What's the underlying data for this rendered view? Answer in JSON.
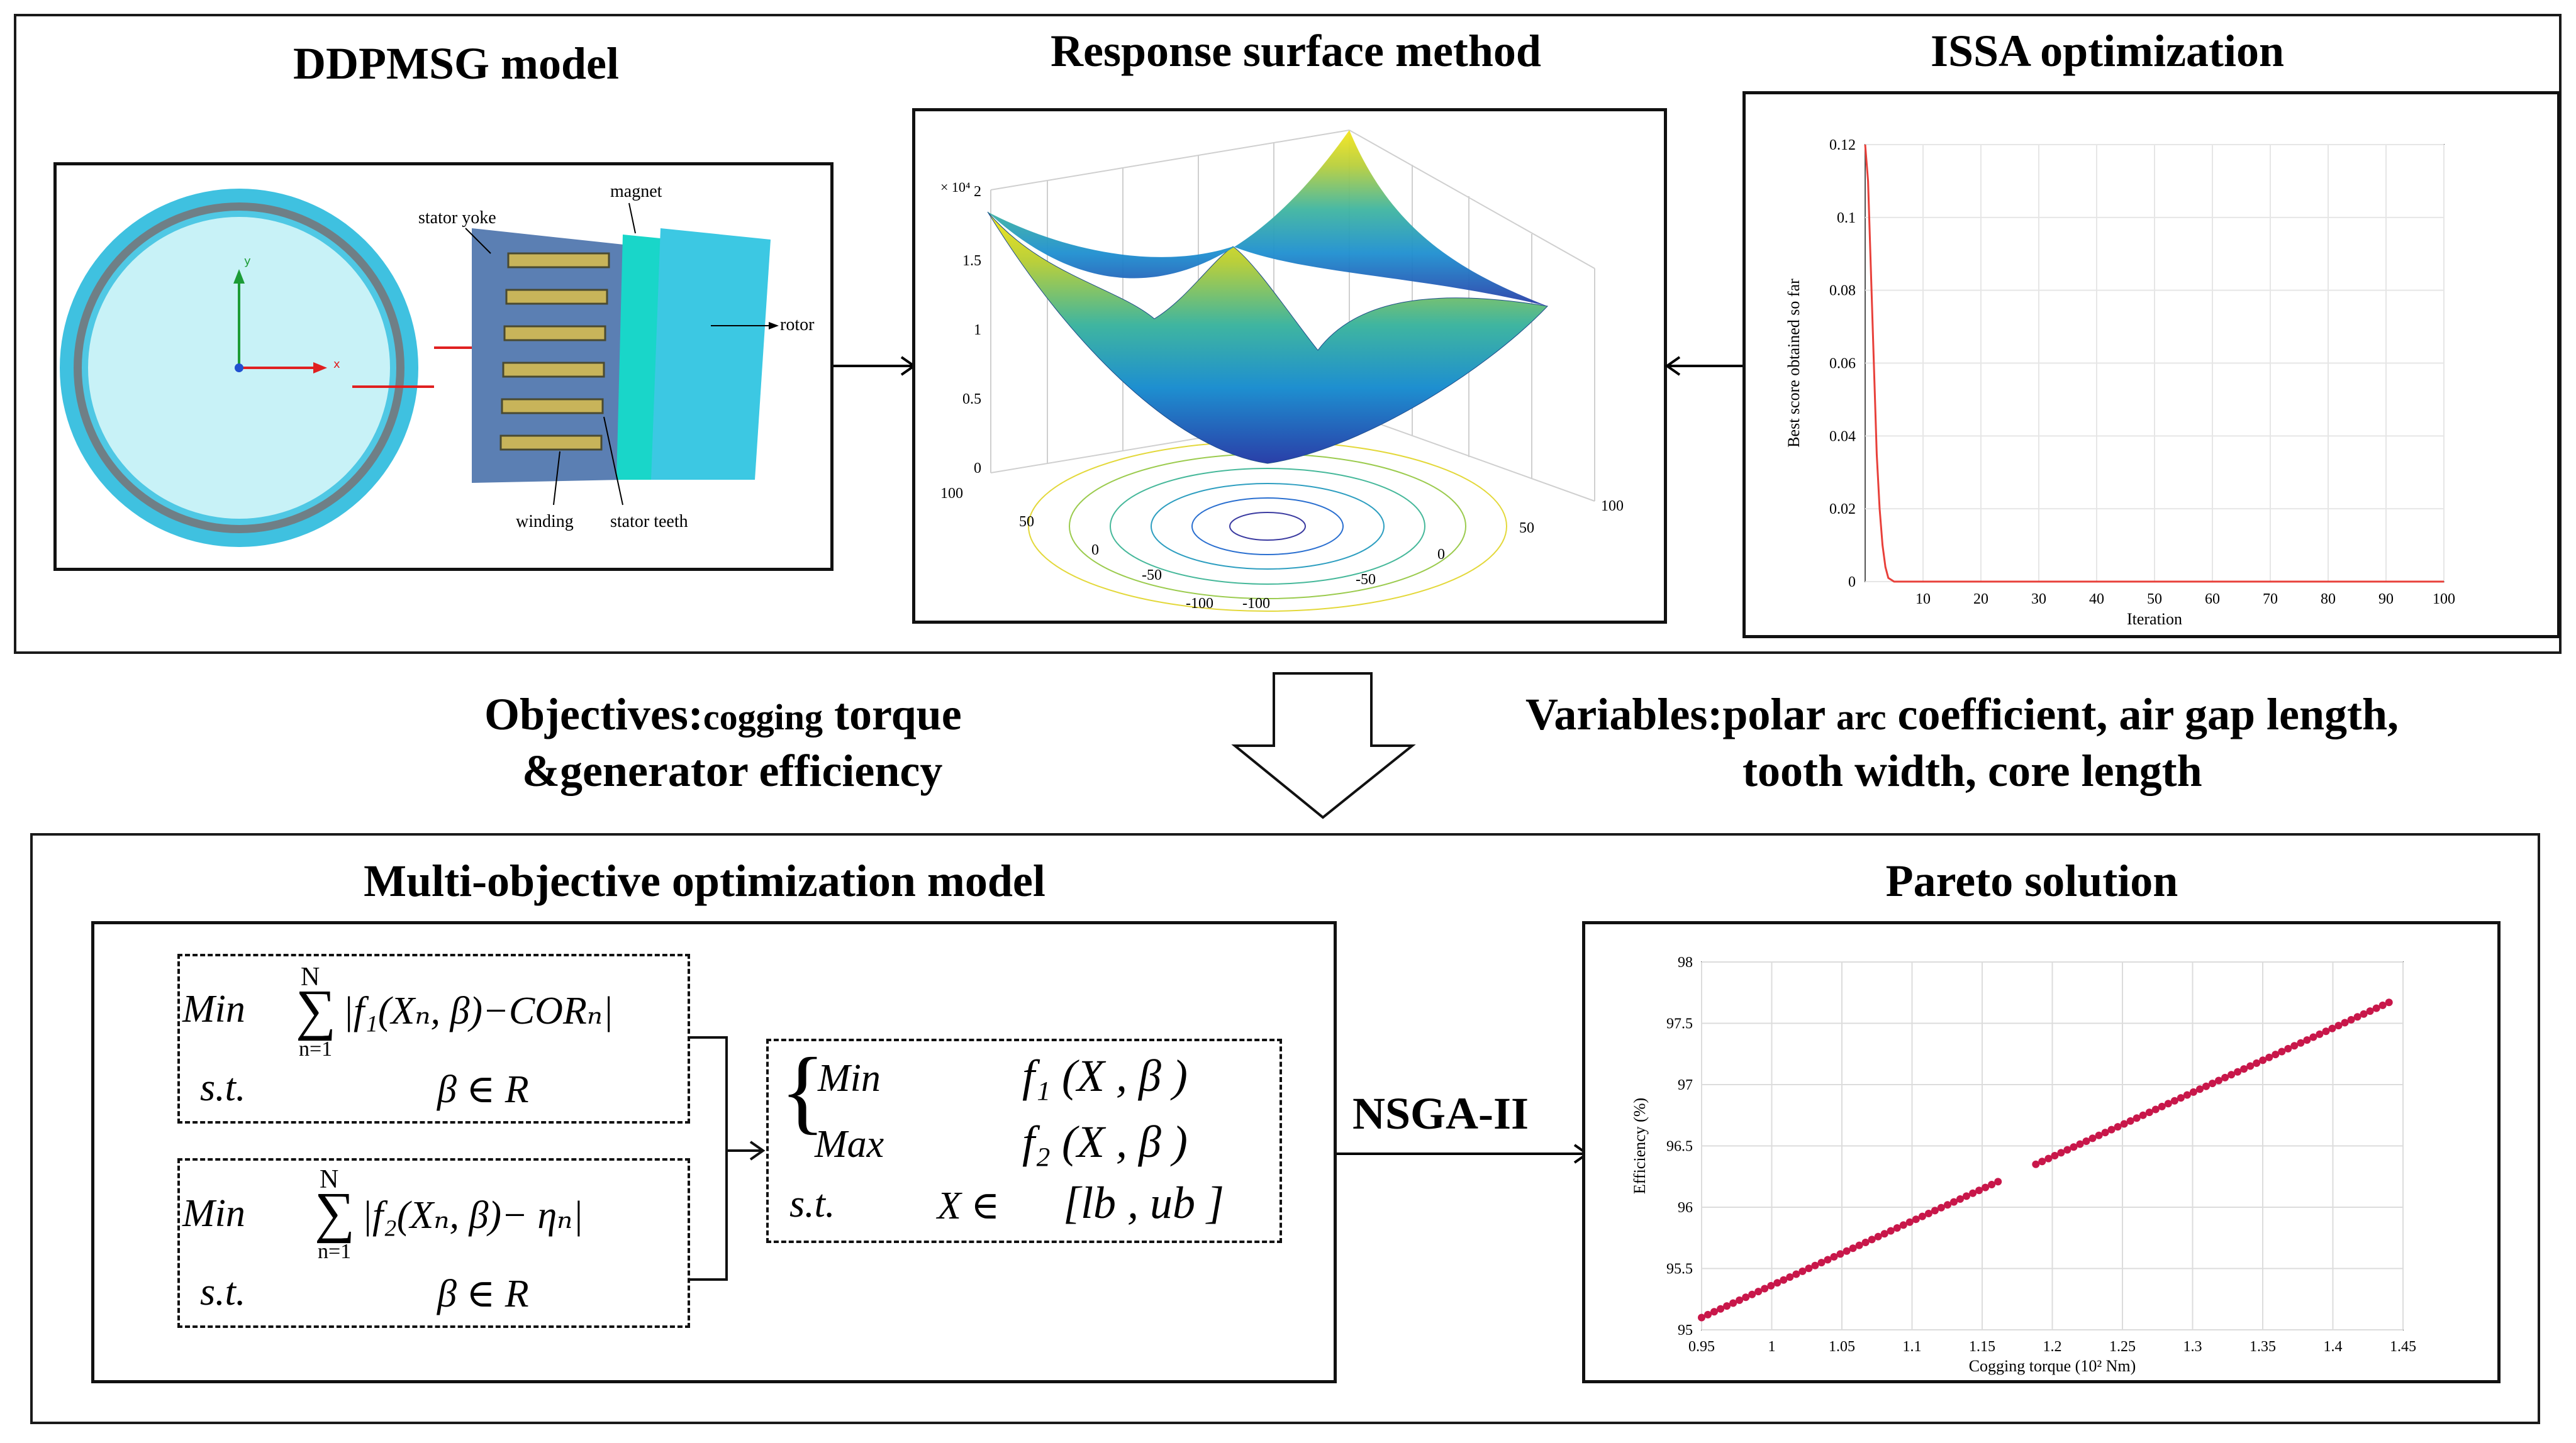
{
  "top": {
    "ddpmsg": {
      "title": "DDPMSG model",
      "labels": {
        "stator_yoke": "stator yoke",
        "magnet": "magnet",
        "rotor": "rotor",
        "winding": "winding",
        "stator_teeth": "stator teeth",
        "axis_x": "x",
        "axis_y": "y"
      }
    },
    "rsm": {
      "title": "Response surface method",
      "z_exponent": "× 10⁴",
      "z_ticks": [
        "2",
        "1.5",
        "1",
        "0.5",
        "0"
      ],
      "x_ticks": [
        "100",
        "50",
        "0",
        "-50",
        "-100"
      ],
      "y_ticks": [
        "-100",
        "-50",
        "0",
        "50",
        "100"
      ]
    },
    "issa": {
      "title": "ISSA optimization",
      "ylabel": "Best score obtained so far",
      "xlabel": "Iteration",
      "y_ticks": [
        "0.12",
        "0.1",
        "0.08",
        "0.06",
        "0.04",
        "0.02",
        "0"
      ],
      "x_ticks": [
        "10",
        "20",
        "30",
        "40",
        "50",
        "60",
        "70",
        "80",
        "90",
        "100"
      ]
    }
  },
  "middle": {
    "objectives_line1_a": "Objectives:",
    "objectives_line1_b": "cogging",
    "objectives_line1_c": " torque",
    "objectives_line2": "&generator efficiency",
    "variables_line1_a": "Variables:polar ",
    "variables_line1_b": "arc",
    "variables_line1_c": " coefficient, air gap length,",
    "variables_line2": "tooth width,  core length"
  },
  "bottom": {
    "model_title": "Multi-objective optimization model",
    "pareto_title": "Pareto solution",
    "arrow_label": "NSGA-II",
    "eq1": {
      "min": "Min",
      "st": "s.t.",
      "constraint": "β ∈ R",
      "N": "N",
      "n1": "n=1",
      "body": "|f₁(Xₙ, β)−CORₙ|"
    },
    "eq2": {
      "min": "Min",
      "st": "s.t.",
      "constraint": "β ∈ R",
      "N": "N",
      "n1": "n=1",
      "body": "|f₂(Xₙ, β)− ηₙ|"
    },
    "eq3": {
      "min": "Min",
      "max": "Max",
      "f1": "f₁ (X , β )",
      "f2": "f₂ (X , β )",
      "st": "s.t.",
      "x_in": "X  ∈",
      "bounds": "[lb , ub ]"
    }
  },
  "chart_data": [
    {
      "type": "line",
      "title": "",
      "xlabel": "Iteration",
      "ylabel": "Best score obtained so far",
      "xlim": [
        0,
        100
      ],
      "ylim": [
        0,
        0.12
      ],
      "series": [
        {
          "color": "#e8403a",
          "x": [
            0,
            0.5,
            1,
            1.5,
            2,
            2.5,
            3,
            3.5,
            4,
            5,
            10,
            20,
            50,
            100
          ],
          "y": [
            0.12,
            0.11,
            0.085,
            0.06,
            0.035,
            0.02,
            0.01,
            0.004,
            0.001,
            0.0,
            0.0,
            0.0,
            0.0,
            0.0
          ]
        }
      ]
    },
    {
      "type": "scatter",
      "title": "",
      "xlabel": "Cogging torque (10² Nm)",
      "ylabel": "Efficiency (%)",
      "xlim": [
        0.95,
        1.45
      ],
      "ylim": [
        95,
        98
      ],
      "x_ticks": [
        "0.95",
        "1",
        "1.05",
        "1.1",
        "1.15",
        "1.2",
        "1.25",
        "1.3",
        "1.35",
        "1.4",
        "1.45"
      ],
      "y_ticks": [
        "98",
        "97.5",
        "97",
        "96.5",
        "96",
        "95.5",
        "95"
      ],
      "series": [
        {
          "color": "#c8174a",
          "x_start": 0.95,
          "x_end": 1.44,
          "y_start": 95.1,
          "y_end": 97.67,
          "gap": [
            1.165,
            1.185
          ]
        }
      ]
    }
  ]
}
